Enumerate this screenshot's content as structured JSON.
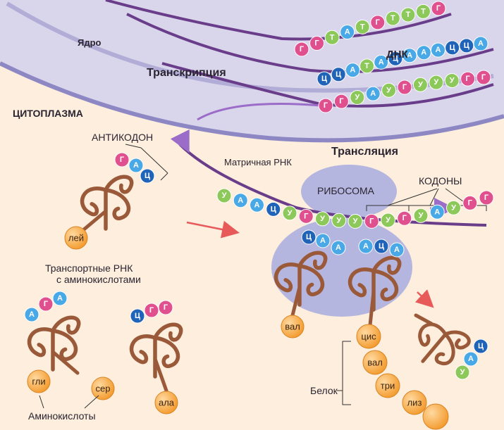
{
  "labels": {
    "nucleus": "Ядро",
    "transcription": "Транскрипция",
    "dna": "ДНК",
    "cytoplasm": "ЦИТОПЛАЗМА",
    "anticodon": "АНТИКОДОН",
    "translation": "Трансляция",
    "mrna": "Матричная РНК",
    "ribosome": "РИБОСОМА",
    "codons": "КОДОНЫ",
    "trna_line1": "Транспортные РНК",
    "trna_line2": "с аминокислотами",
    "amino_acids": "Аминокислоты",
    "protein": "Белок"
  },
  "colors": {
    "Г": "#e0508f",
    "А": "#49a8e6",
    "Ц": "#1f64b8",
    "Т": "#8cc85a",
    "У": "#8cc85a",
    "amino": "#f7a63c",
    "trna": "#9a5a3a",
    "nucleus": "#d9d6ec",
    "ribosome": "#b5b6e0"
  },
  "dna": {
    "strand1": [
      "Г",
      "Г",
      "Т",
      "А",
      "Т",
      "Г",
      "Т",
      "Т",
      "Т",
      "Г"
    ],
    "strand2": [
      "Ц",
      "Ц",
      "А",
      "Т",
      "А",
      "Ц",
      "А",
      "А",
      "А",
      "Ц",
      "Ц",
      "А"
    ],
    "strand3": [
      "Г",
      "Г",
      "У",
      "А",
      "У",
      "Г",
      "У",
      "У",
      "У",
      "Г",
      "Г"
    ]
  },
  "mrna_sequence": [
    "У",
    "А",
    "А",
    "Ц",
    "У",
    "Г",
    "У",
    "У",
    "У",
    "Г",
    "У",
    "Г",
    "У",
    "А",
    "У",
    "Г",
    "Г"
  ],
  "trnas": [
    {
      "anticodon": [
        "Г",
        "А",
        "Ц"
      ],
      "amino": "лей"
    },
    {
      "anticodon": [
        "А",
        "Г",
        "А"
      ],
      "amino": "гли"
    },
    {
      "amino": "сер"
    },
    {
      "anticodon": [
        "Ц",
        "Г",
        "Г"
      ],
      "amino": "ала"
    },
    {
      "anticodon": [
        "Ц",
        "А",
        "А"
      ],
      "amino": "вал"
    },
    {
      "anticodon": [
        "А",
        "Ц",
        "А"
      ]
    },
    {
      "anticodon": [
        "У",
        "А",
        "Ц"
      ]
    }
  ],
  "protein_chain": [
    "цис",
    "вал",
    "три",
    "лиз"
  ]
}
